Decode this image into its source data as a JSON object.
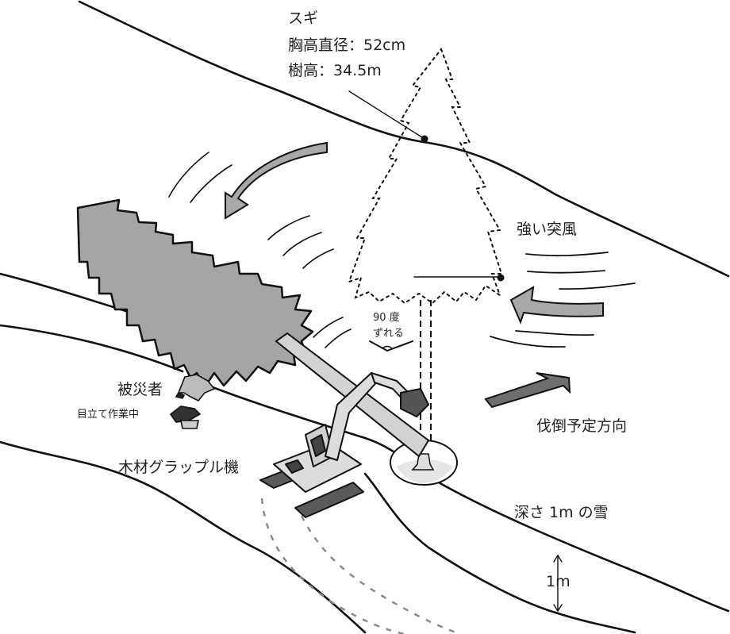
{
  "colors": {
    "ink": "#231f20",
    "tree_fill": "#a5a5a5",
    "arrow_fill": "#a8a8a8",
    "arrow_dark": "#6e6e6e",
    "machine_light": "#dcdcdc",
    "machine_dark": "#5a5a5a",
    "log": "#d2d2d2",
    "track_marks": "#8a8a8a"
  },
  "labels": {
    "tree_species": "スギ",
    "tree_diameter": "胸高直径：52cm",
    "tree_height": "樹高：34.5m",
    "wind": "強い突風",
    "offset": "90 度",
    "offset_2": "ずれる",
    "victim": "被災者",
    "spotter": "目立て作業中",
    "machine": "木材グラップル機",
    "planned_direction": "伐倒予定方向",
    "snow_depth": "深さ 1m の雪",
    "snow_dim": "1m"
  },
  "icons": {
    "wind_arrow": "curved-left-arrow",
    "fall_arrow": "curved-down-arrow",
    "direction_arrow": "right-up-arrow"
  }
}
